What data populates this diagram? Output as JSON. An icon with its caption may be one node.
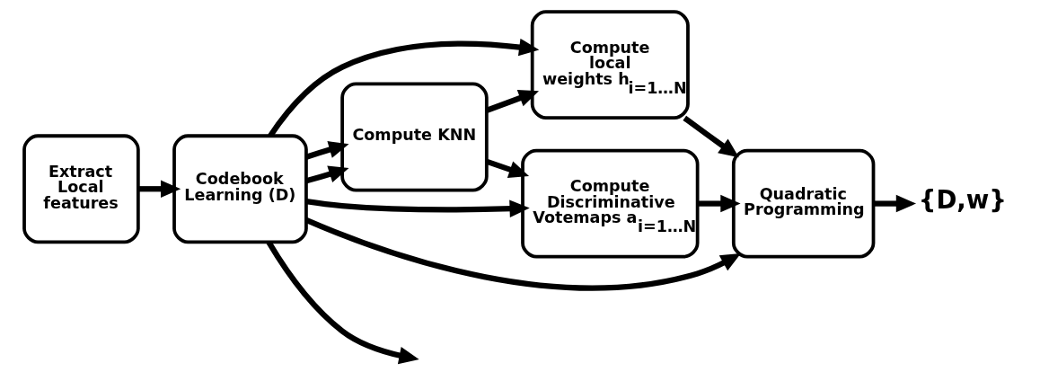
{
  "diagram": {
    "nodes": [
      {
        "text": [
          "Extract Local features"
        ]
      },
      {
        "text": [
          "Codebook Learning (D)"
        ]
      },
      {
        "text": [
          "Compute KNN"
        ]
      },
      {
        "text": [
          "Compute local weights h$_{i=1…N}$"
        ]
      },
      {
        "text": [
          "Quadratic Programming"
        ]
      },
      {
        "text": [
          "Compute Discriminative Votemaps a$_{i=1…N}$"
        ]
      },
      {
        "text": [
          "{D,w}"
        ]
      }
    ],
    "edges": [
      {
        "from": 0,
        "to": 1,
        "arrow": "to"
      },
      {
        "from": 1,
        "to": 2,
        "arrow": "to"
      },
      {
        "from": 2,
        "to": 3,
        "arrow": "to"
      },
      {
        "from": 3,
        "to": 4,
        "arrow": "to"
      },
      {
        "from": 4,
        "to": 6,
        "arrow": "to"
      },
      {
        "from": 1,
        "to": 2,
        "arrow": "to"
      },
      {
        "from": 1,
        "to": 3,
        "arrow": "to"
      },
      {
        "from": 1,
        "to": 4,
        "arrow": "to"
      },
      {
        "from": 1,
        "to": null,
        "arrow": "to"
      },
      {
        "from": 2,
        "to": 5,
        "arrow": "to"
      },
      {
        "from": 1,
        "to": 5,
        "arrow": "to"
      },
      {
        "from": 5,
        "to": 4,
        "arrow": "to"
      }
    ]
  }
}
